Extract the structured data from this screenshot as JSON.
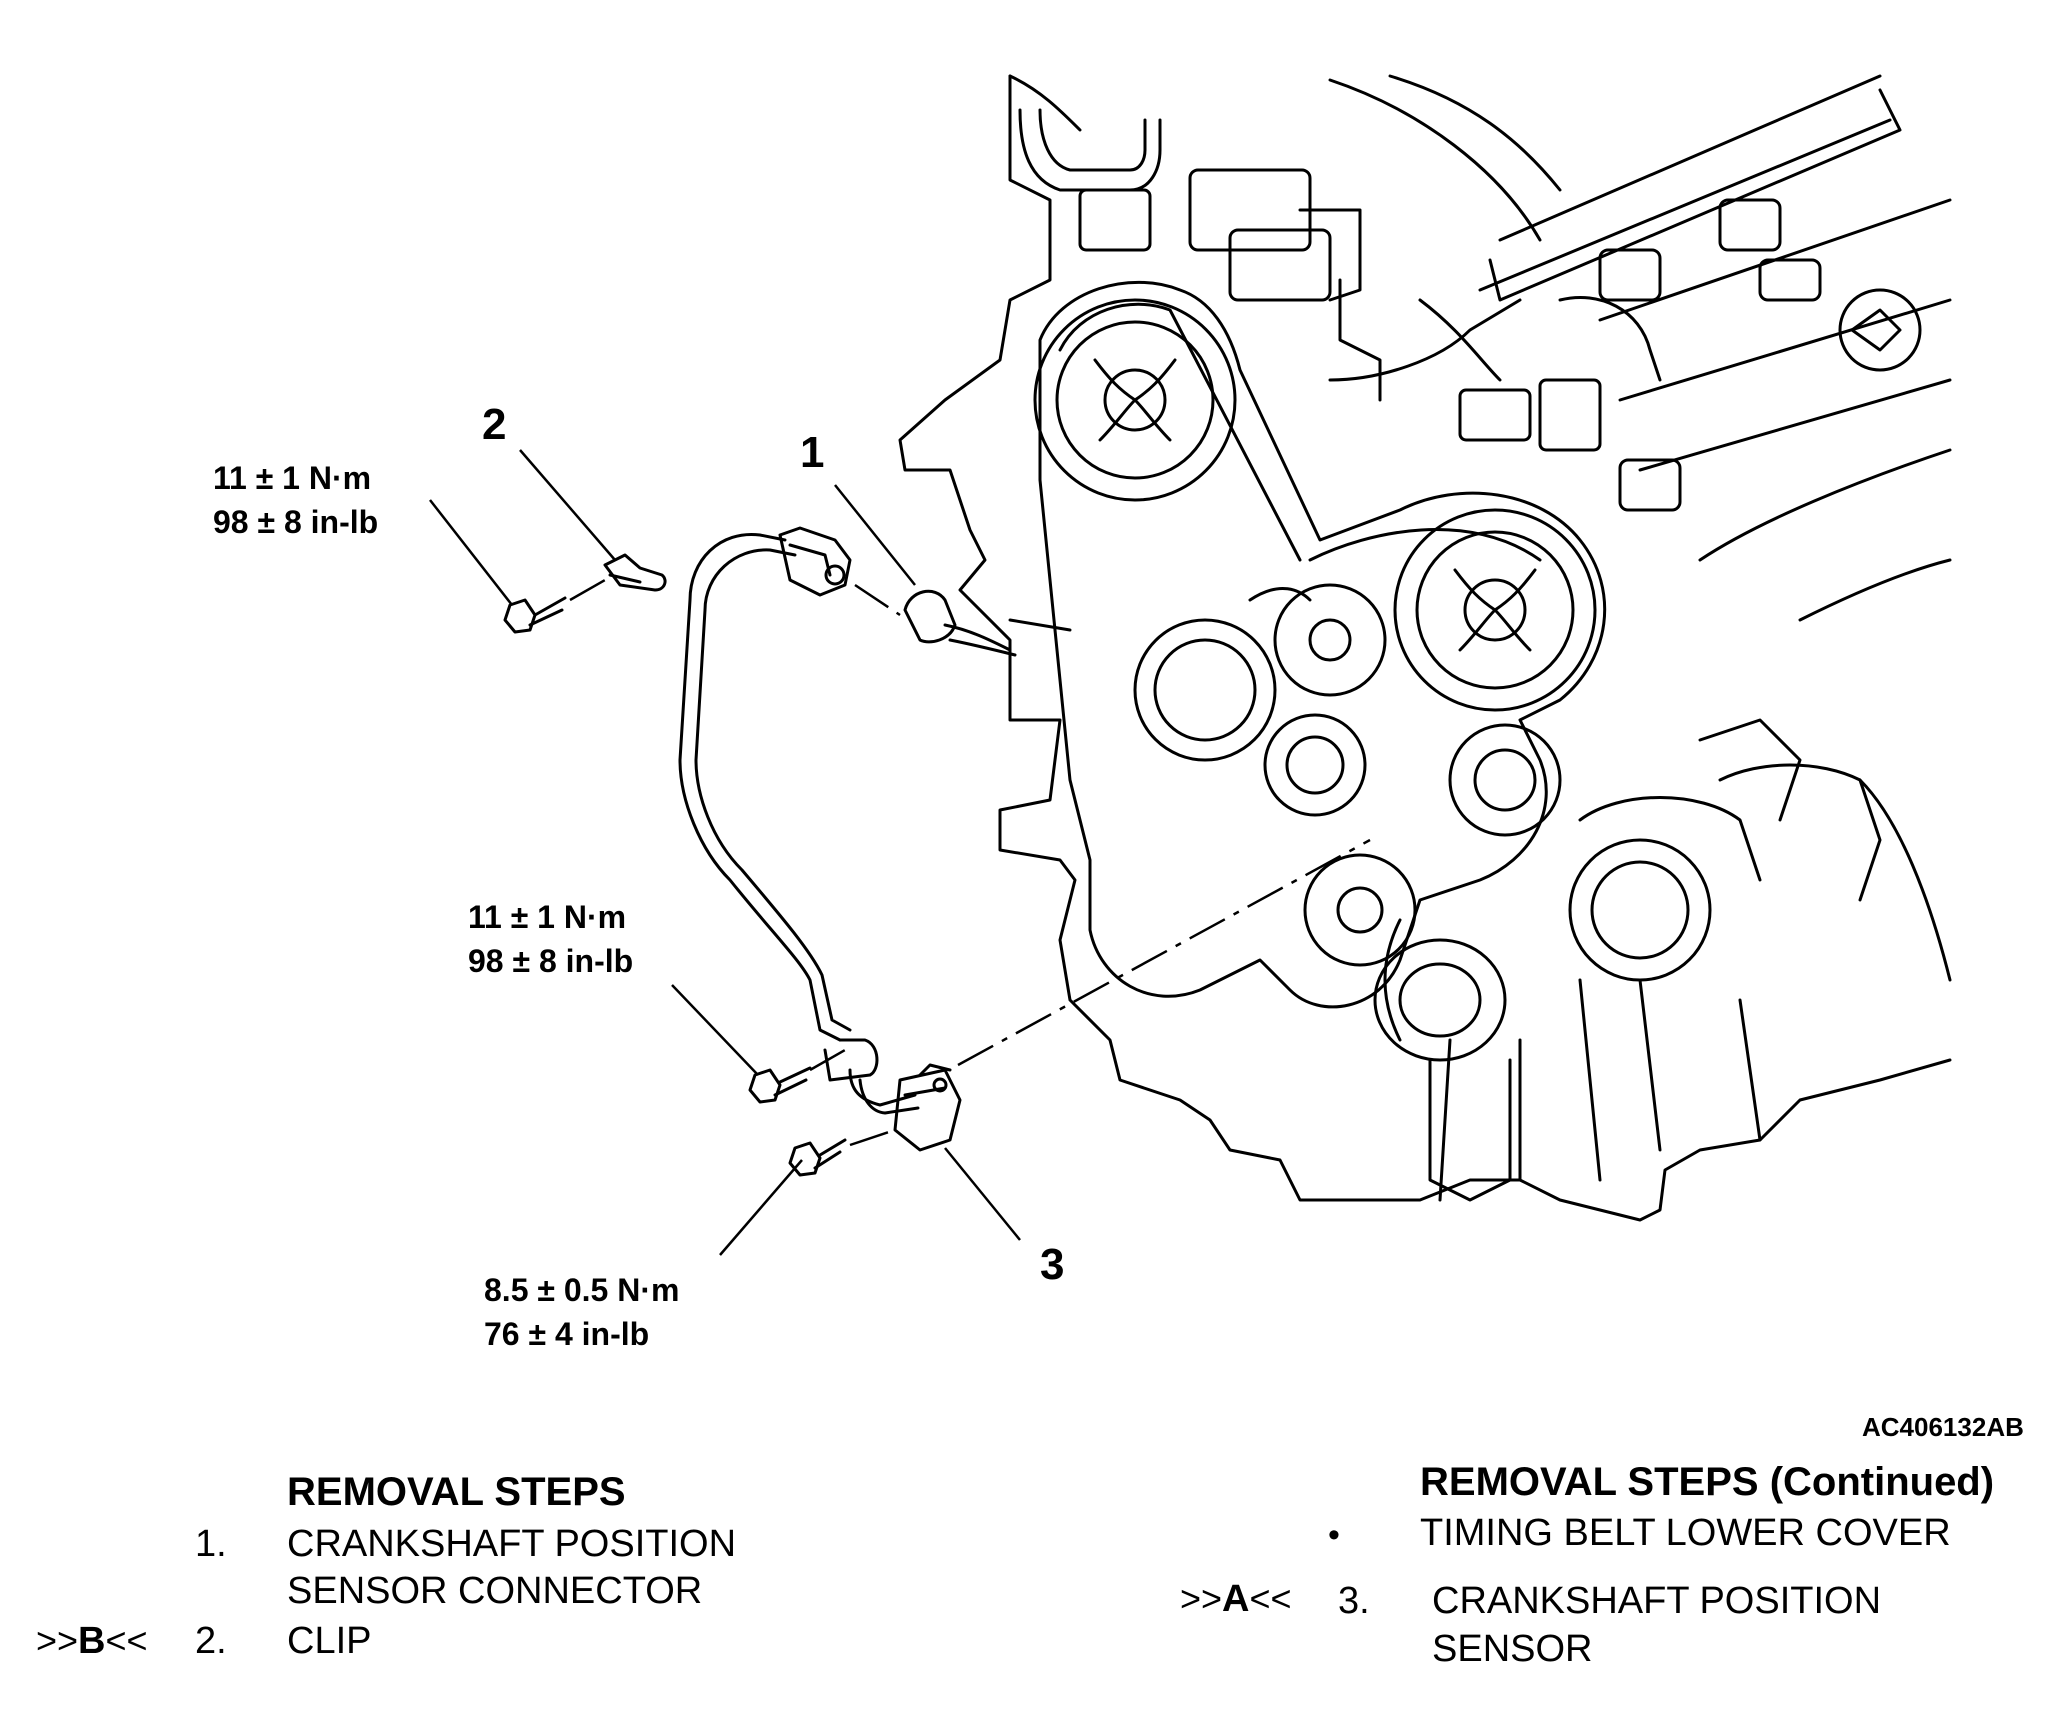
{
  "callouts": {
    "c1": "1",
    "c2": "2",
    "c3": "3"
  },
  "torque": {
    "clip_bolt": [
      "11 ± 1 N·m",
      "98 ± 8 in-lb"
    ],
    "harness_bolt": [
      "11 ± 1 N·m",
      "98 ± 8 in-lb"
    ],
    "sensor_bolt": [
      "8.5 ± 0.5 N·m",
      "76 ± 4 in-lb"
    ]
  },
  "figure_id": "AC406132AB",
  "removal_left": {
    "heading": "REMOVAL STEPS",
    "steps": [
      {
        "marker_pre": "",
        "marker_letter": "",
        "marker_post": "",
        "num": "1.",
        "lines": [
          "CRANKSHAFT POSITION",
          "SENSOR CONNECTOR"
        ]
      },
      {
        "marker_pre": ">>",
        "marker_letter": "B",
        "marker_post": "<<",
        "num": "2.",
        "lines": [
          "CLIP"
        ]
      }
    ]
  },
  "removal_right": {
    "heading": "REMOVAL STEPS (Continued)",
    "steps": [
      {
        "bullet": "•",
        "lines": [
          "TIMING BELT LOWER COVER"
        ]
      },
      {
        "marker_pre": ">>",
        "marker_letter": "A",
        "marker_post": "<<",
        "num": "3.",
        "lines": [
          "CRANKSHAFT POSITION",
          "SENSOR"
        ]
      }
    ]
  }
}
